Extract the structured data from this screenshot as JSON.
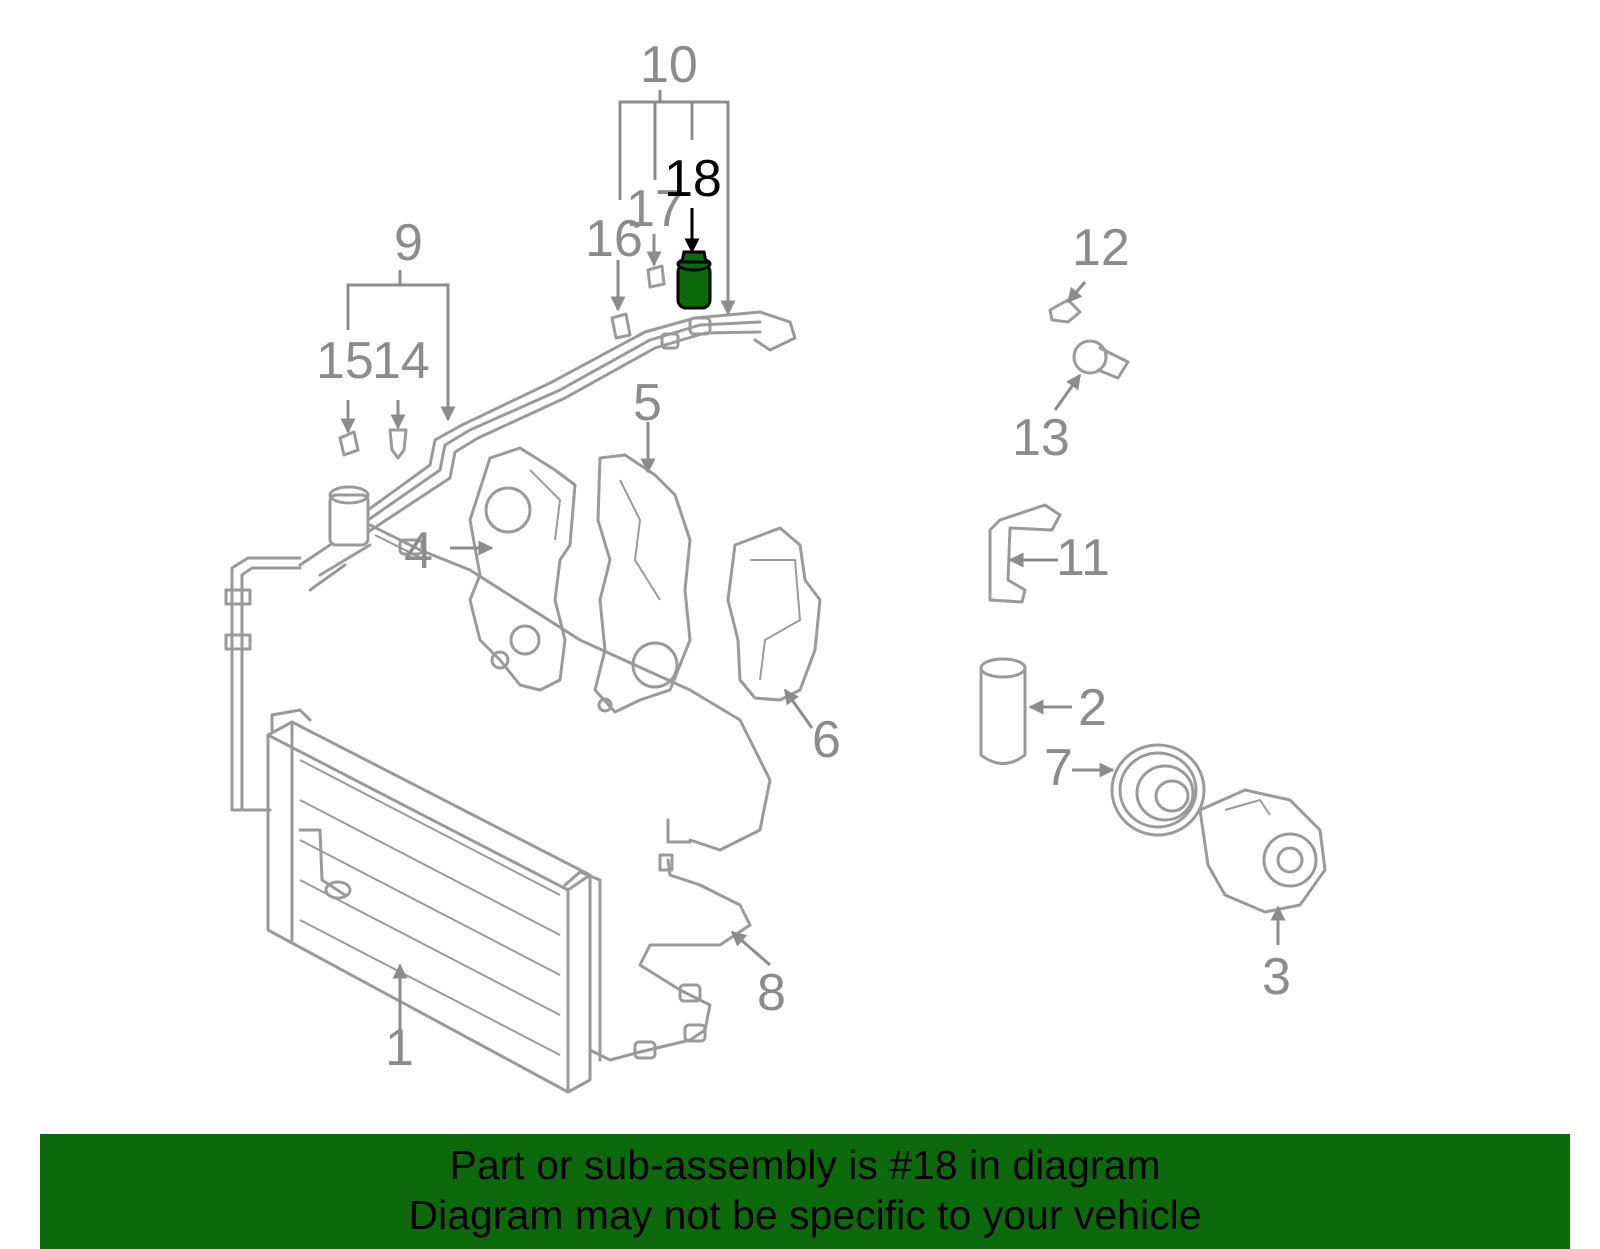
{
  "diagram": {
    "highlight_color": "#0c6a0c",
    "highlighted_part": "18",
    "callouts": {
      "c1": "1",
      "c2": "2",
      "c3": "3",
      "c4": "4",
      "c5": "5",
      "c6": "6",
      "c7": "7",
      "c8": "8",
      "c9": "9",
      "c10": "10",
      "c11": "11",
      "c12": "12",
      "c13": "13",
      "c14": "14",
      "c15": "15",
      "c16": "16",
      "c17": "17",
      "c18": "18"
    }
  },
  "banner": {
    "line1": "Part or sub-assembly is #18 in diagram",
    "line2": "Diagram may not be specific to your vehicle",
    "background": "#0c6a0c"
  }
}
